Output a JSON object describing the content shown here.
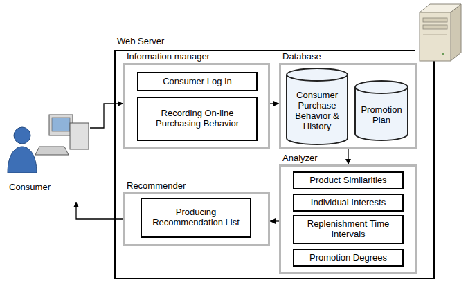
{
  "diagram": {
    "nodes": [
      {
        "text": [
          "Consumer"
        ]
      },
      {
        "text": [
          "Web Server"
        ]
      },
      {
        "text": [
          "Information manager"
        ],
        "in": 1
      },
      {
        "text": [
          "Consumer Log In"
        ],
        "in": 2
      },
      {
        "text": [
          "Recording On-line Purchasing Behavior"
        ],
        "in": 2
      },
      {
        "text": [
          "Database"
        ],
        "in": 1
      },
      {
        "text": [
          "Consumer Purchase Behavior & History"
        ],
        "in": 5
      },
      {
        "text": [
          "Promotion Plan"
        ],
        "in": 5
      },
      {
        "text": [
          "Analyzer"
        ],
        "in": 1
      },
      {
        "text": [
          "Product Similarities"
        ],
        "in": 8
      },
      {
        "text": [
          "Individual Interests"
        ],
        "in": 8
      },
      {
        "text": [
          "Replenishment Time Intervals"
        ],
        "in": 8
      },
      {
        "text": [
          "Promotion Degrees"
        ],
        "in": 8
      },
      {
        "text": [
          "Recommender"
        ],
        "in": 1
      },
      {
        "text": [
          "Producing Recommendation List"
        ],
        "in": 13
      }
    ],
    "edges": [
      {
        "from": 0,
        "to": 2,
        "arrow": "to"
      },
      {
        "from": 2,
        "to": 5,
        "arrow": "to"
      },
      {
        "from": 5,
        "to": 8,
        "arrow": "to"
      },
      {
        "from": 8,
        "to": 13,
        "arrow": "to"
      },
      {
        "from": 13,
        "to": 0,
        "arrow": "to"
      }
    ]
  }
}
